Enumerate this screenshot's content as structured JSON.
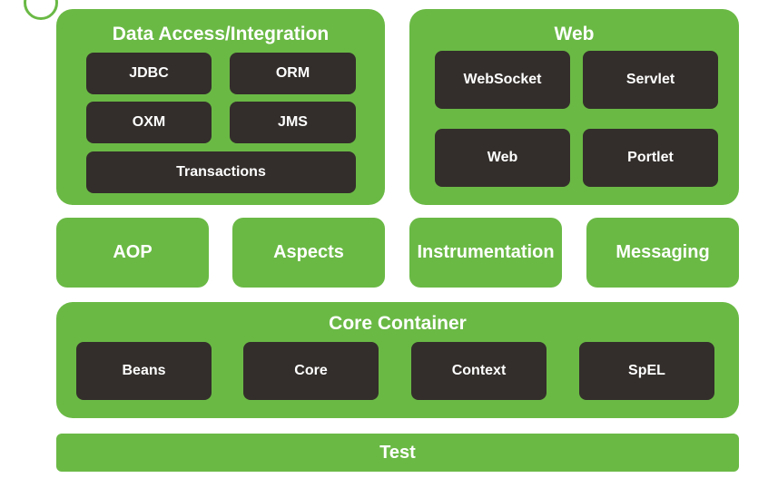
{
  "colors": {
    "module_green": "#6ab945",
    "component_dark": "#332e2b",
    "text": "#ffffff"
  },
  "data_access": {
    "title": "Data Access/Integration",
    "items": [
      "JDBC",
      "ORM",
      "OXM",
      "JMS",
      "Transactions"
    ]
  },
  "web": {
    "title": "Web",
    "items": [
      "WebSocket",
      "Servlet",
      "Web",
      "Portlet"
    ]
  },
  "middle": [
    "AOP",
    "Aspects",
    "Instrumentation",
    "Messaging"
  ],
  "core_container": {
    "title": "Core Container",
    "items": [
      "Beans",
      "Core",
      "Context",
      "SpEL"
    ]
  },
  "test": {
    "label": "Test"
  }
}
